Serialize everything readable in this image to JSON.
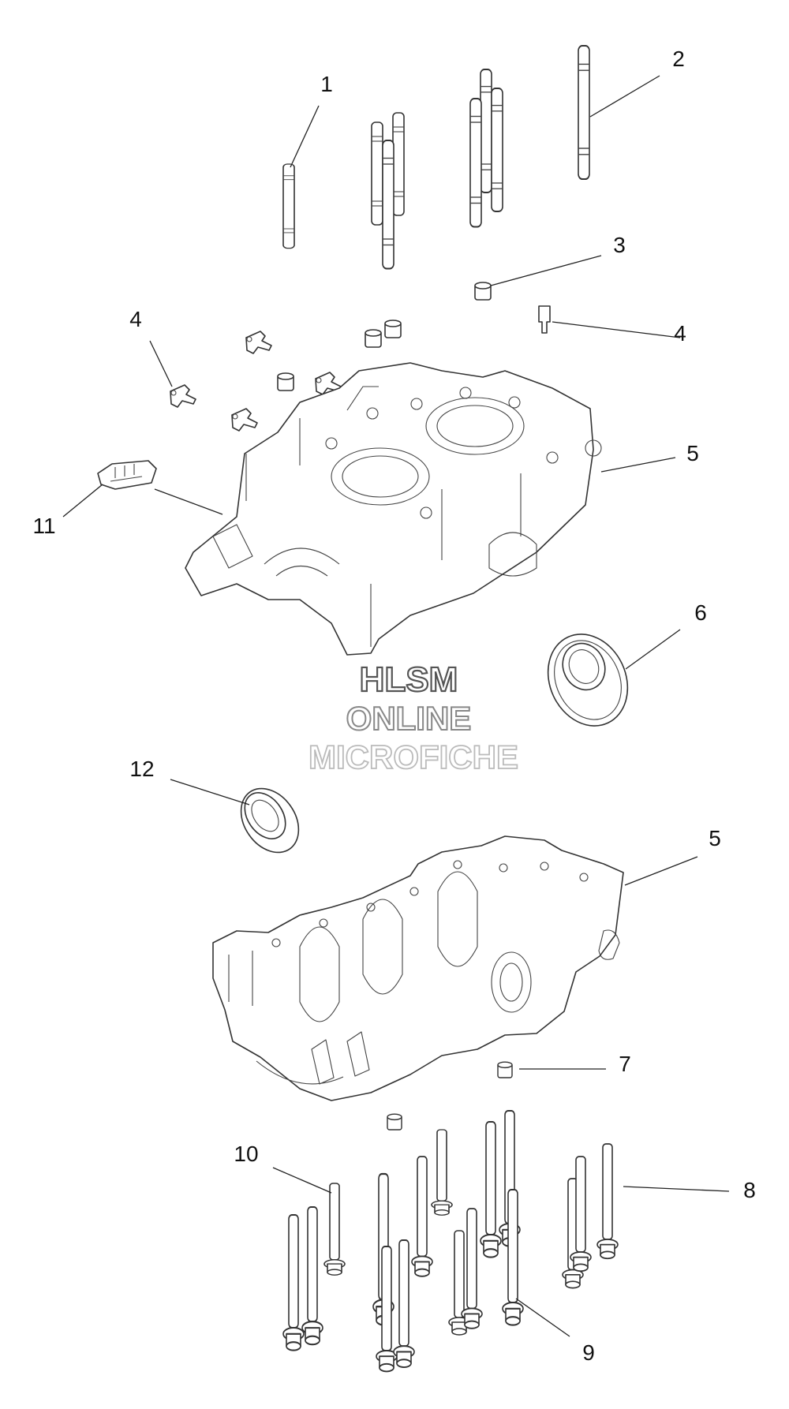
{
  "callouts": [
    "1",
    "2",
    "3",
    "4",
    "4",
    "5",
    "6",
    "11",
    "12",
    "5",
    "7",
    "10",
    "8",
    "9"
  ],
  "watermark": {
    "line1": "HLSM",
    "line2": "ONLINE",
    "line3": "MICROFICHE",
    "line1_color": "#555555",
    "line2_color": "#888888",
    "line3_color": "#bbbbbb"
  },
  "colors": {
    "line": "#333333",
    "background": "#ffffff"
  }
}
